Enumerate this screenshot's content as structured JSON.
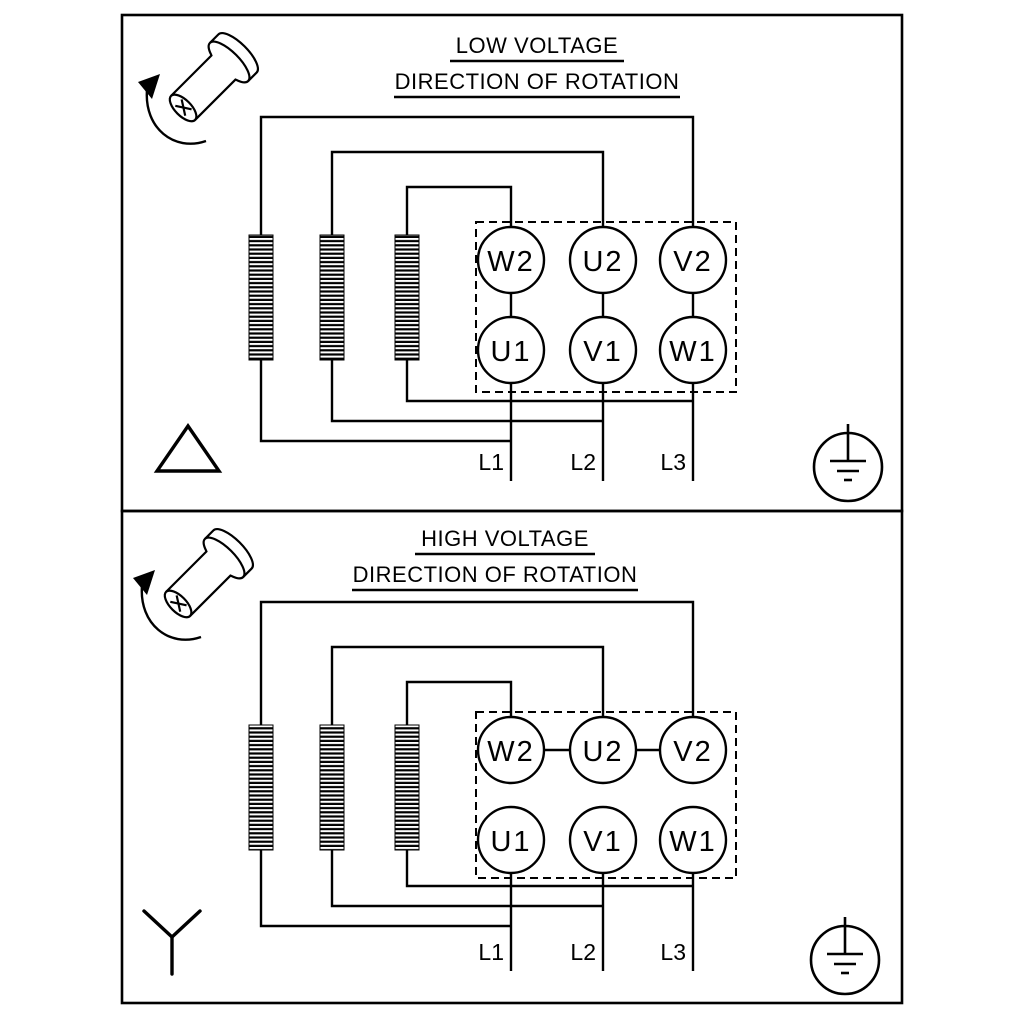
{
  "diagram": {
    "colors": {
      "line": "#000000",
      "background": "#ffffff"
    },
    "terminals_top": [
      "W2",
      "U2",
      "V2"
    ],
    "terminals_bottom": [
      "U1",
      "V1",
      "W1"
    ],
    "leads": [
      "L1",
      "L2",
      "L3"
    ],
    "low": {
      "title": "LOW VOLTAGE",
      "subtitle": "DIRECTION OF ROTATION",
      "connection": "delta",
      "icons": [
        "rotation-direction-icon",
        "delta-connection-icon",
        "earth-ground-icon"
      ]
    },
    "high": {
      "title": "HIGH VOLTAGE",
      "subtitle": "DIRECTION OF ROTATION",
      "connection": "star",
      "icons": [
        "rotation-direction-icon",
        "star-connection-icon",
        "earth-ground-icon"
      ]
    }
  }
}
